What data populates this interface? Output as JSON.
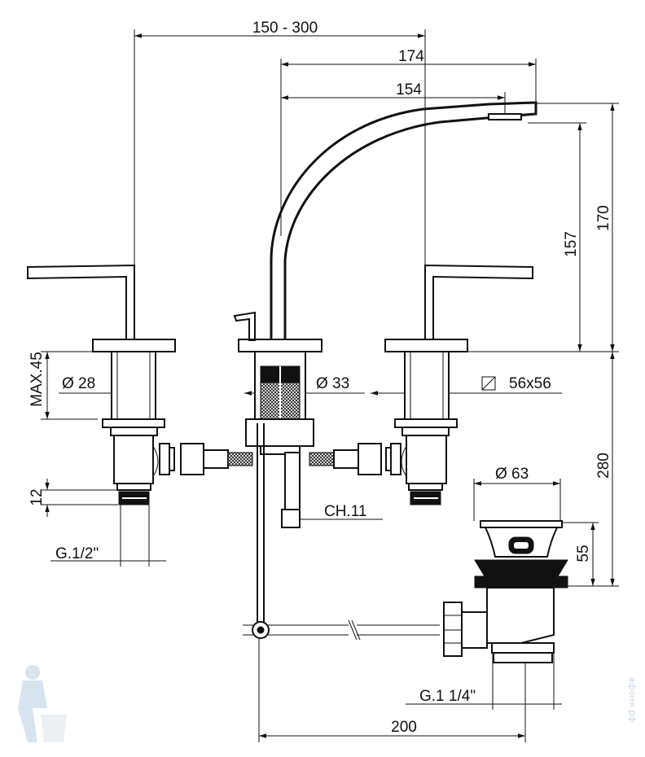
{
  "dimensions": {
    "spread": "150 - 300",
    "spout_reach_total": "174",
    "spout_reach": "154",
    "spout_height_total": "170",
    "spout_height": "157",
    "max_thickness": "MAX.45",
    "handle_diameter": "Ø 28",
    "spout_diameter": "Ø 33",
    "escutcheon_size": "56x56",
    "connection_height": "12",
    "thread_inlet": "G.1/2\"",
    "wrench_size": "CH.11",
    "waste_diameter": "Ø 63",
    "waste_height": "55",
    "waste_length": "280",
    "waste_thread": "G.1 1/4\"",
    "rod_length": "200"
  },
  "watermark": {
    "text": "афоня.рф"
  }
}
